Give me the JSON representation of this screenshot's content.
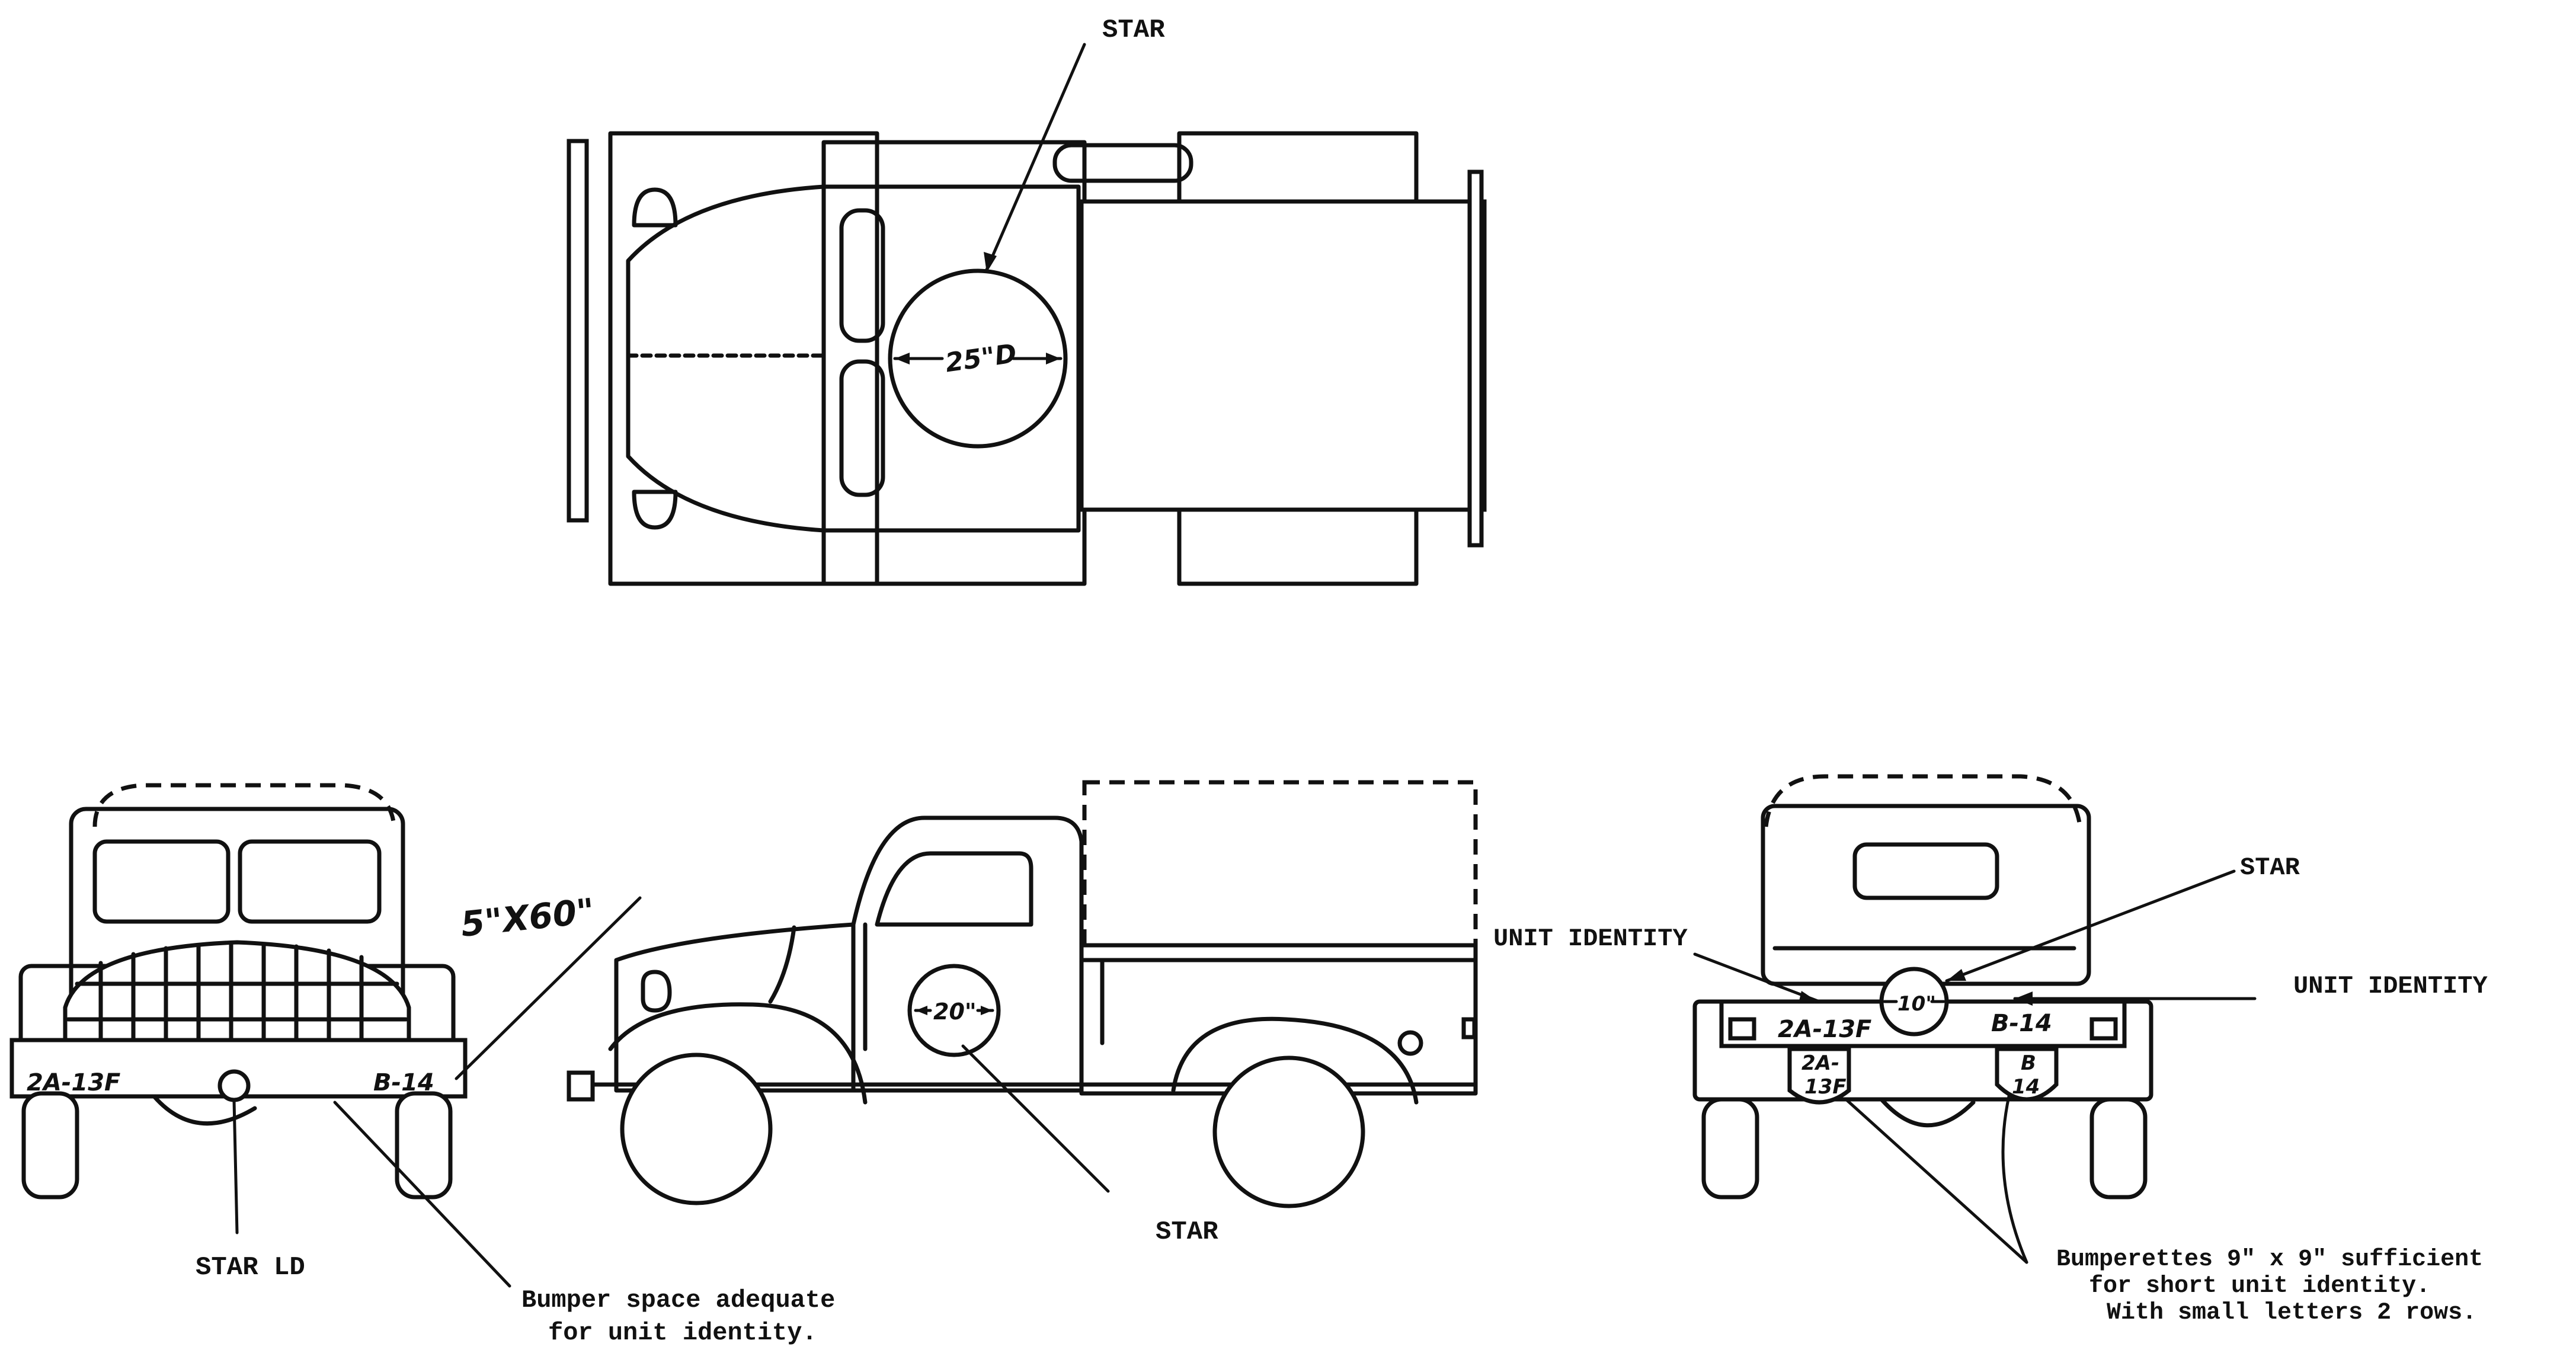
{
  "labels": {
    "top_star": "STAR",
    "top_star_size": "25\"D",
    "front_bumper_marking_size": "5\"X60\"",
    "front_left_bumper_code": "2A-13F",
    "front_right_bumper_code": "B-14",
    "front_star_ld": "STAR LD",
    "bumper_space_line1": "Bumper space adequate",
    "bumper_space_line2": "for unit identity.",
    "side_star_size": "20\"",
    "side_star": "STAR",
    "side_unit_identity": "UNIT IDENTITY",
    "rear_star": "STAR",
    "rear_star_size": "10\"",
    "rear_unit_identity": "UNIT IDENTITY",
    "rear_left_code": "2A-13F",
    "rear_right_code": "B-14",
    "bumperette_left_code_1": "2A-",
    "bumperette_left_code_2": "13F",
    "bumperette_right_code_1": "B",
    "bumperette_right_code_2": "14",
    "bumperettes_line1": "Bumperettes 9\" x 9\" sufficient",
    "bumperettes_line2": "for short unit identity.",
    "bumperettes_line3": "With small letters 2 rows."
  }
}
